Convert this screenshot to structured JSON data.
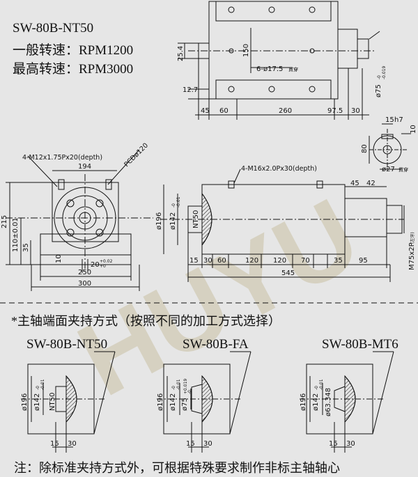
{
  "specs": {
    "model": "SW-80B-NT50",
    "normal_speed": "一般转速：RPM1200",
    "max_speed": "最高转速：RPM3000"
  },
  "watermark": "HUYU",
  "top_view": {
    "dims": [
      "25.4",
      "150",
      "6-ø17.5",
      "貫穿",
      "12.7",
      "45",
      "60",
      "260",
      "97.5",
      "30",
      "ø75",
      "-0",
      "-0.019"
    ]
  },
  "shaft_section": {
    "dims": [
      "15",
      "h7",
      "10",
      "80",
      "ø27",
      "貫穿"
    ]
  },
  "front_view": {
    "dims": [
      "4-M12x1.75Px20(depth)",
      "PCDø120",
      "194",
      "215",
      "110±0.01",
      "35",
      "10",
      "20",
      "+0.02",
      "+0",
      "250",
      "300"
    ]
  },
  "side_view": {
    "dims": [
      "4-M16x2.0Px30(depth)",
      "45",
      "42",
      "ø196",
      "ø142",
      "-0",
      "-0.01",
      "NT50",
      "15",
      "30",
      "60",
      "120",
      "120",
      "70",
      "35",
      "95",
      "545",
      "M75x2P",
      "(左牙)"
    ]
  },
  "clamp_section": {
    "title": "*主轴端面夹持方式（按照不同的加工方式选择）",
    "variants": [
      {
        "name": "SW-80B-NT50",
        "dims": [
          "ø196",
          "ø142",
          "-0",
          "-0.01",
          "NT50",
          "15",
          "30"
        ]
      },
      {
        "name": "SW-80B-FA",
        "dims": [
          "ø196",
          "ø142",
          "-0",
          "-0.01",
          "ø75",
          "+0.019",
          "-0",
          "15",
          "30"
        ]
      },
      {
        "name": "SW-80B-MT6",
        "dims": [
          "ø196",
          "ø142",
          "-0",
          "-0.01",
          "ø63.348",
          "15",
          "30"
        ]
      }
    ]
  },
  "footer_note": "注：除标准夹持方式外，可根据特殊要求制作非标主轴轴心",
  "colors": {
    "background": "#e6e6e6",
    "line": "#111111",
    "watermark": "#c9c1a3"
  }
}
